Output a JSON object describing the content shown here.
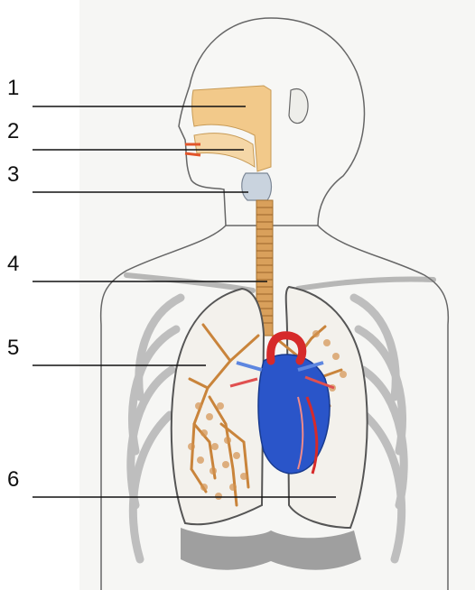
{
  "labels": [
    {
      "id": "1",
      "text": "1"
    },
    {
      "id": "2",
      "text": "2"
    },
    {
      "id": "3",
      "text": "3"
    },
    {
      "id": "4",
      "text": "4"
    },
    {
      "id": "5",
      "text": "5"
    },
    {
      "id": "6",
      "text": "6"
    }
  ],
  "colors": {
    "airway": "#f2c98a",
    "trachea": "#d9a05b",
    "bronchi": "#c9843b",
    "heart_blue": "#2a55c9",
    "heart_red": "#d62a2a",
    "lung_fill": "#f3f1ec",
    "rib": "#bdbdbd",
    "outline": "#555555",
    "line": "#111111"
  }
}
